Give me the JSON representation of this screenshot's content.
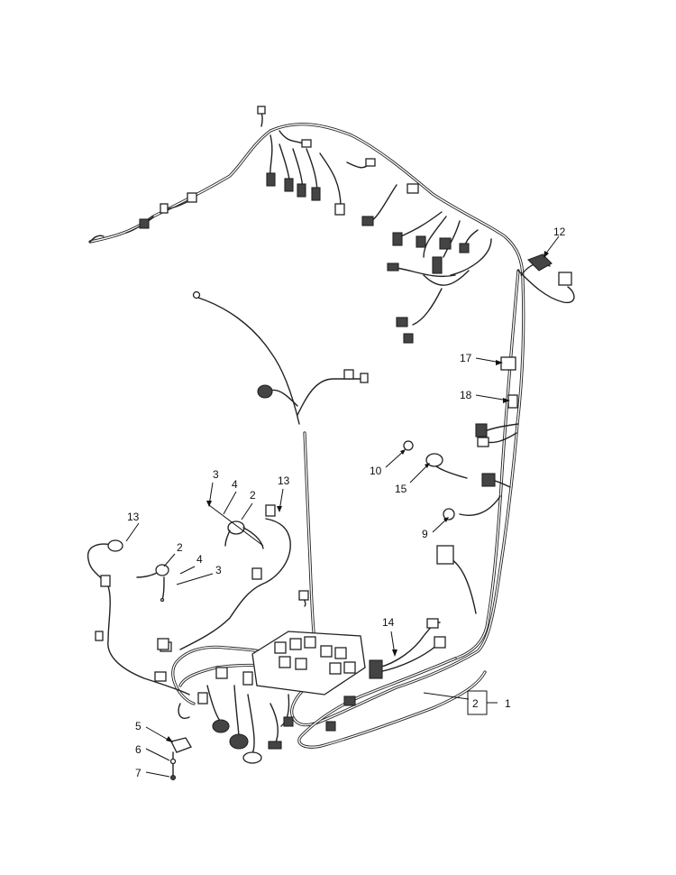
{
  "callouts": {
    "c1": "1",
    "c2_main": "2",
    "c2_a": "2",
    "c2_b": "2",
    "c3_a": "3",
    "c3_b": "3",
    "c4_a": "4",
    "c4_b": "4",
    "c5": "5",
    "c6": "6",
    "c7": "7",
    "c9": "9",
    "c10": "10",
    "c12": "12",
    "c13_a": "13",
    "c13_b": "13",
    "c14": "14",
    "c15": "15",
    "c17": "17",
    "c18": "18"
  }
}
